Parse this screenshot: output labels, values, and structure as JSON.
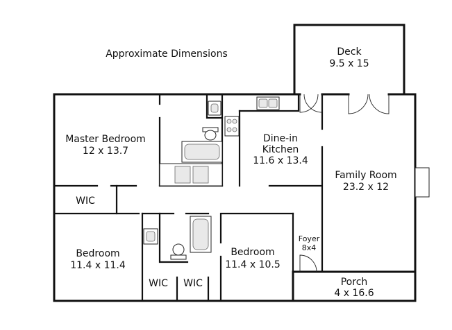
{
  "heading": "Approximate Dimensions",
  "rooms": {
    "deck": {
      "name": "Deck",
      "size": "9.5 x 15"
    },
    "master_bedroom": {
      "name": "Master Bedroom",
      "size": "12 x 13.7"
    },
    "kitchen": {
      "name_line1": "Dine-in",
      "name_line2": "Kitchen",
      "size": "11.6 x 13.4"
    },
    "family_room": {
      "name": "Family Room",
      "size": "23.2 x 12"
    },
    "wic_master": {
      "name": "WIC"
    },
    "foyer": {
      "name": "Foyer",
      "size": "8x4"
    },
    "bedroom_left": {
      "name": "Bedroom",
      "size": "11.4 x 11.4"
    },
    "bedroom_right": {
      "name": "Bedroom",
      "size": "11.4 x 10.5"
    },
    "wic_left": {
      "name": "WIC"
    },
    "wic_right": {
      "name": "WIC"
    },
    "porch": {
      "name": "Porch",
      "size": "4 x 16.6"
    }
  }
}
